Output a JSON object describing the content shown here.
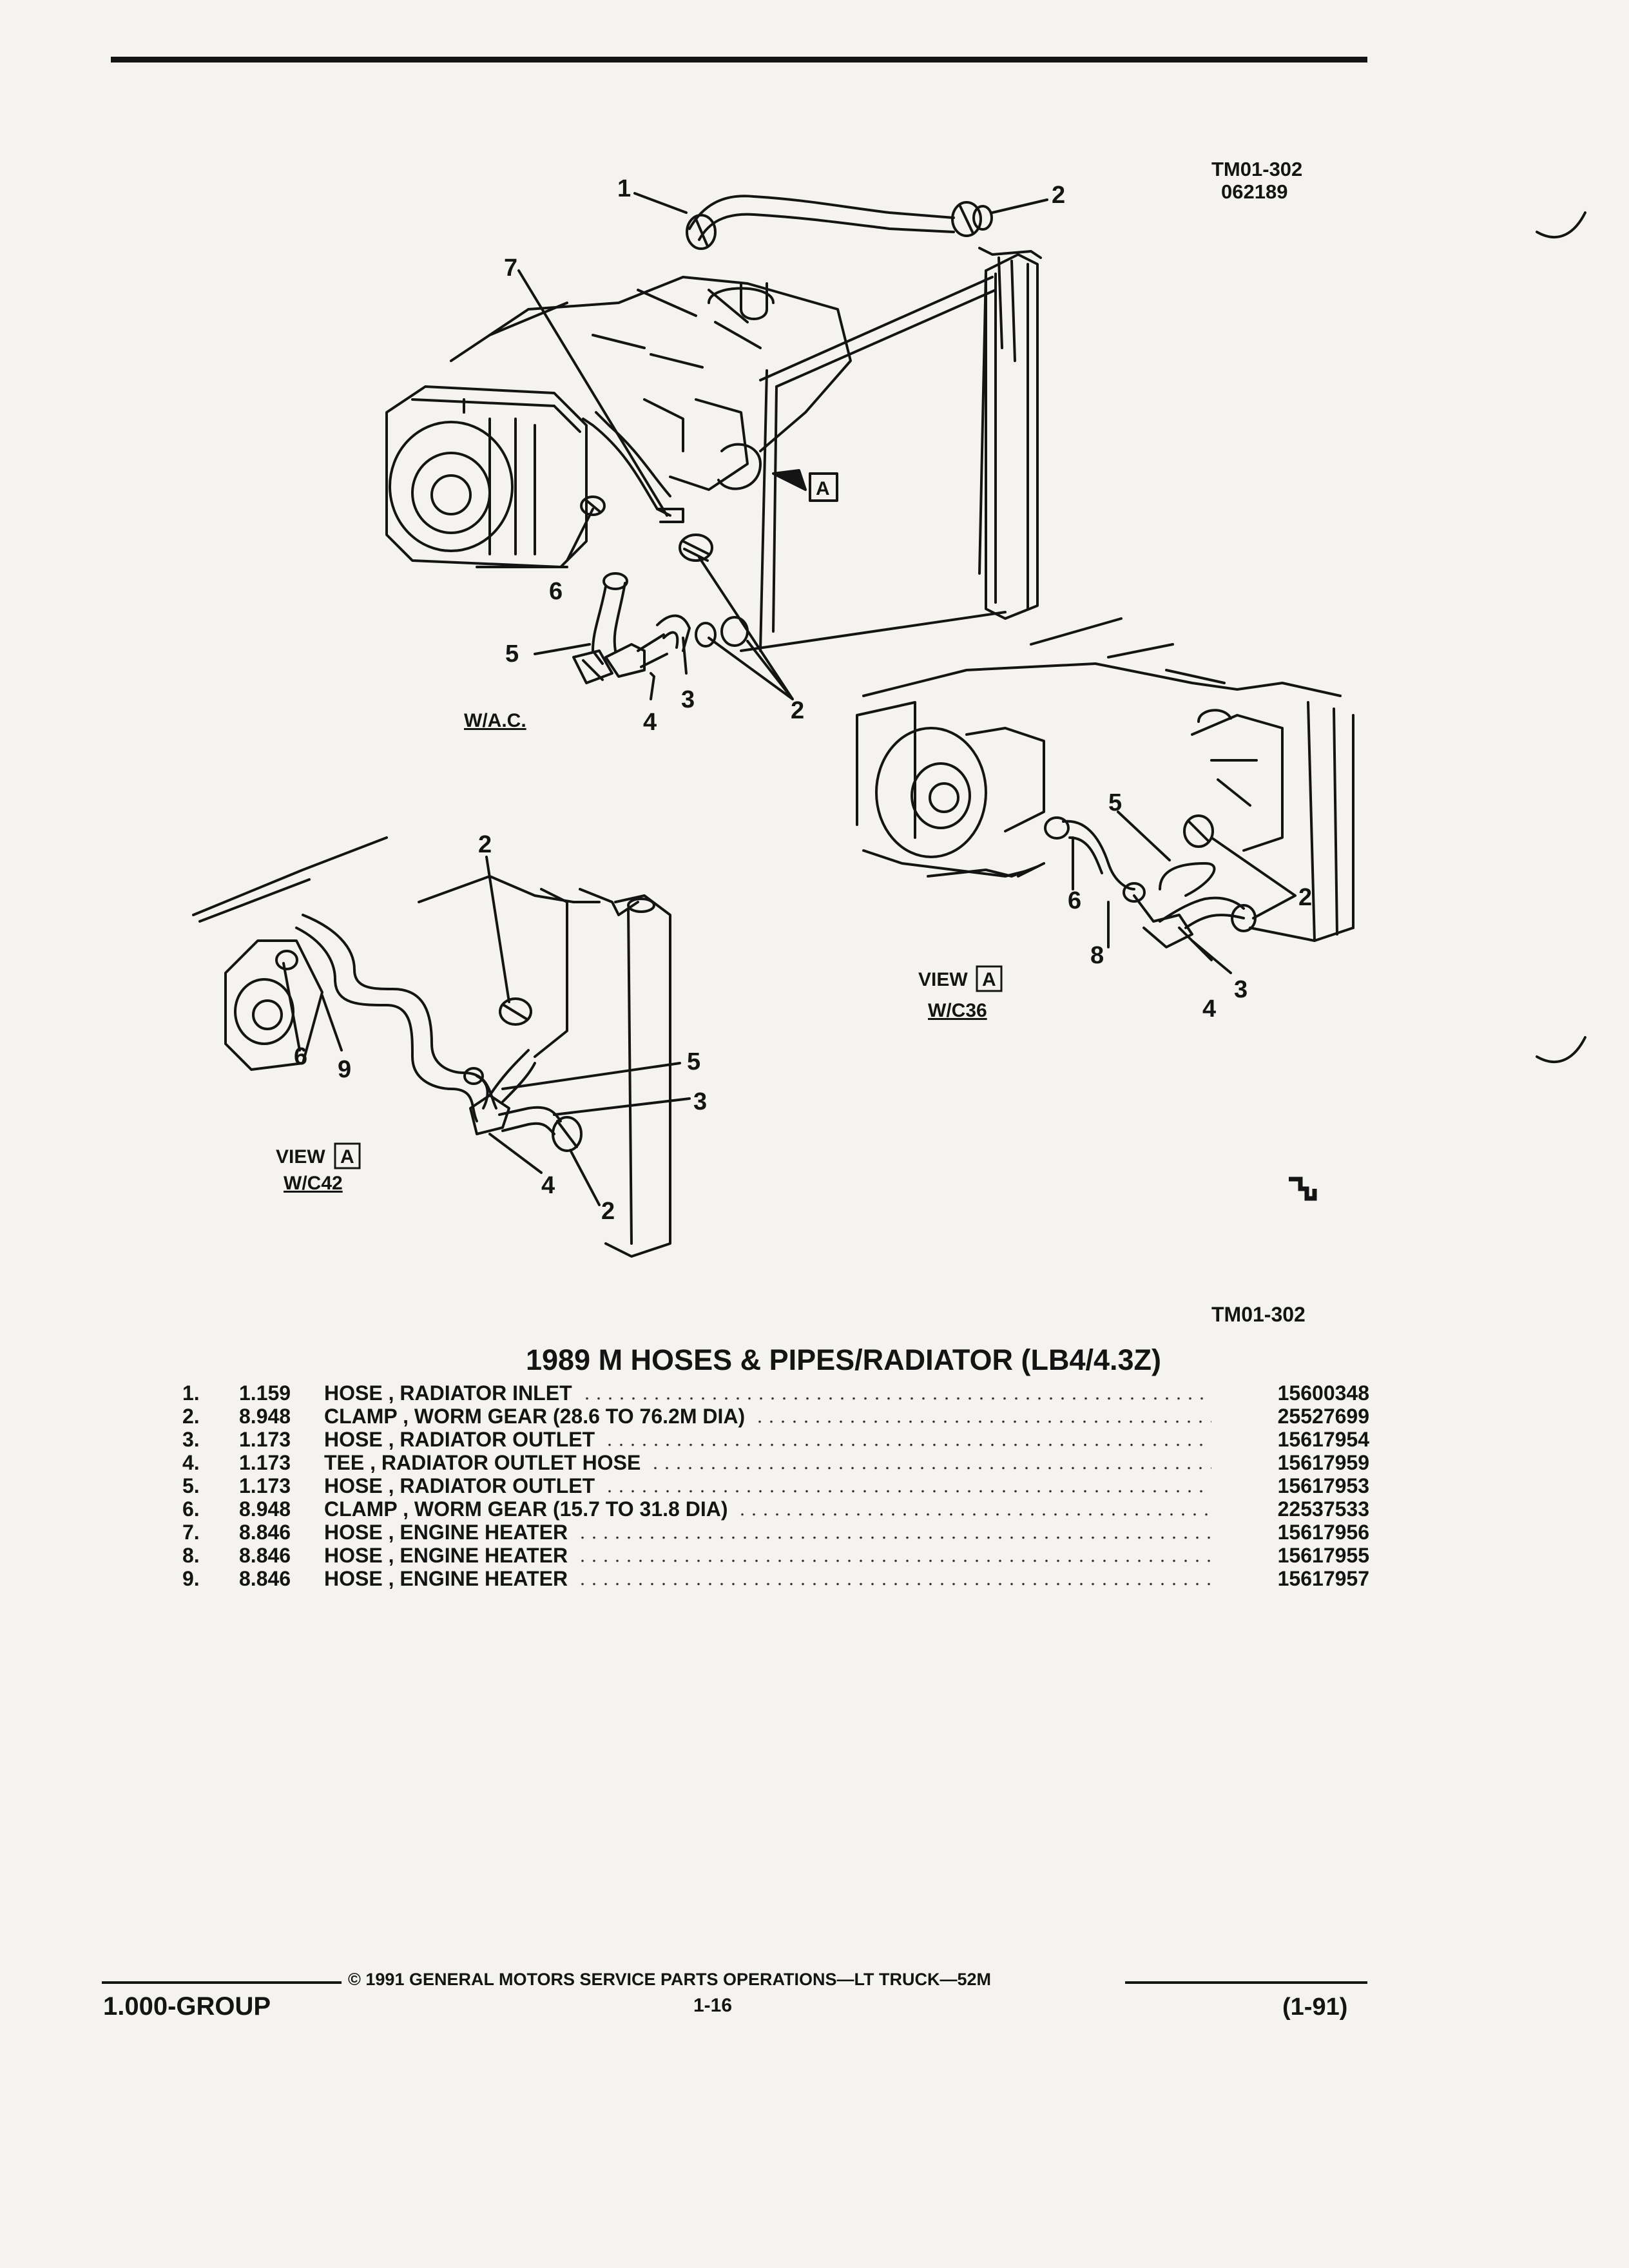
{
  "header": {
    "figure_code": "TM01-302",
    "figure_date": "062189"
  },
  "diagram": {
    "callouts": {
      "main": [
        "1",
        "2",
        "7",
        "6",
        "5",
        "4",
        "3",
        "2"
      ],
      "c36": [
        "5",
        "2",
        "6",
        "8",
        "3",
        "4"
      ],
      "c42": [
        "2",
        "6",
        "9",
        "5",
        "3",
        "4",
        "2"
      ]
    },
    "view_a_marker": "A",
    "main_caption": "W/A.C.",
    "view_c36": {
      "view": "VIEW",
      "box": "A",
      "caption": "W/C36"
    },
    "view_c42": {
      "view": "VIEW",
      "box": "A",
      "caption": "W/C42"
    },
    "bottom_figure_code": "TM01-302"
  },
  "title": "1989 M HOSES & PIPES/RADIATOR (LB4/4.3Z)",
  "parts": [
    {
      "num": "1.",
      "code": "1.159",
      "desc": "HOSE , RADIATOR INLET",
      "part": "15600348"
    },
    {
      "num": "2.",
      "code": "8.948",
      "desc": "CLAMP , WORM GEAR (28.6 TO 76.2M DIA)",
      "part": "25527699"
    },
    {
      "num": "3.",
      "code": "1.173",
      "desc": "HOSE , RADIATOR OUTLET",
      "part": "15617954"
    },
    {
      "num": "4.",
      "code": "1.173",
      "desc": "TEE , RADIATOR OUTLET HOSE",
      "part": "15617959"
    },
    {
      "num": "5.",
      "code": "1.173",
      "desc": "HOSE , RADIATOR OUTLET",
      "part": "15617953"
    },
    {
      "num": "6.",
      "code": "8.948",
      "desc": "CLAMP , WORM GEAR (15.7 TO 31.8 DIA)",
      "part": "22537533"
    },
    {
      "num": "7.",
      "code": "8.846",
      "desc": "HOSE , ENGINE HEATER",
      "part": "15617956"
    },
    {
      "num": "8.",
      "code": "8.846",
      "desc": "HOSE , ENGINE HEATER",
      "part": "15617955"
    },
    {
      "num": "9.",
      "code": "8.846",
      "desc": "HOSE , ENGINE HEATER",
      "part": "15617957"
    }
  ],
  "footer": {
    "group": "1.000-GROUP",
    "copyright": "© 1991 GENERAL MOTORS SERVICE PARTS OPERATIONS—LT TRUCK—52M",
    "page": "1-16",
    "revision": "(1-91)"
  }
}
